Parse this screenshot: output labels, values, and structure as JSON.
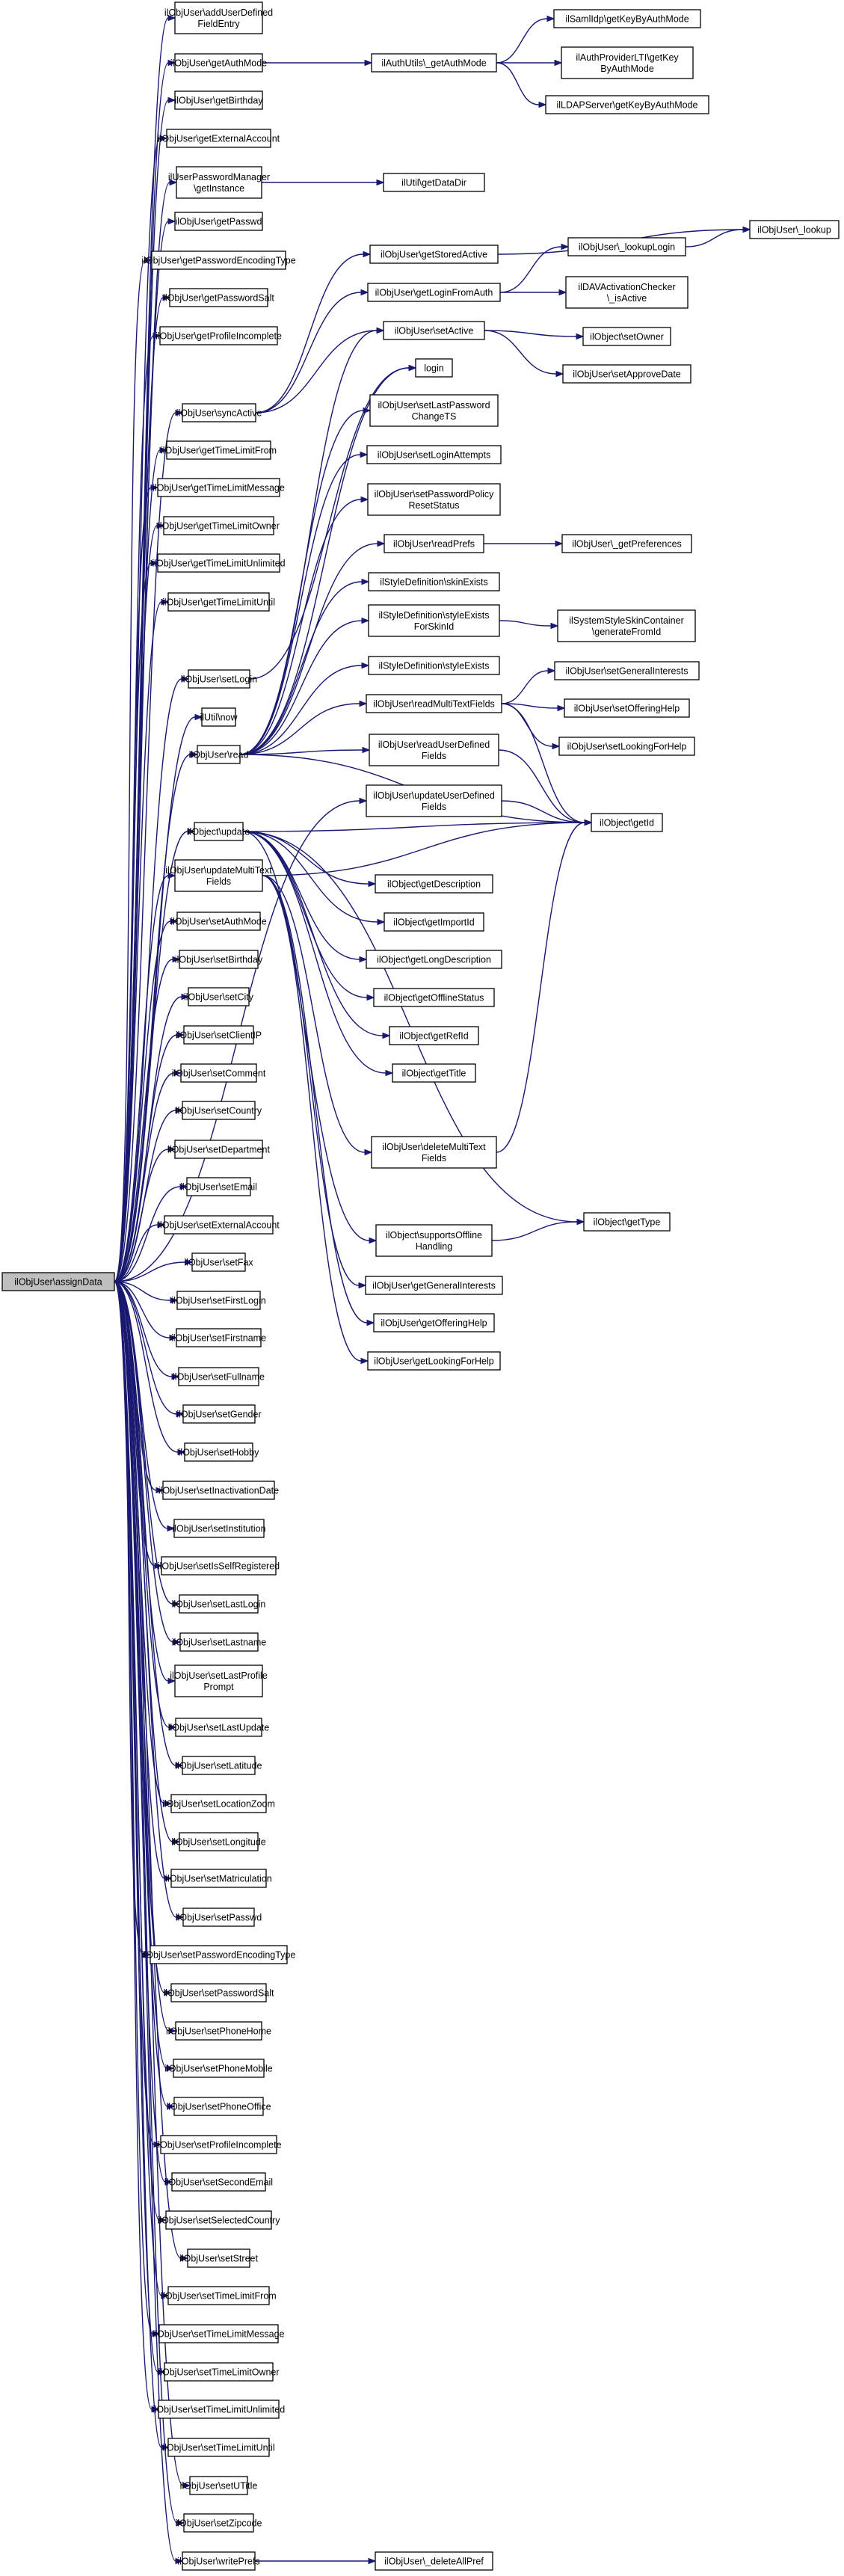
{
  "root": {
    "id": "assignData",
    "label": "ilObjUser\\assignData"
  },
  "nodes": [
    {
      "id": "addUserDefinedFieldEntry",
      "lines": [
        "ilObjUser\\addUserDefined",
        "FieldEntry"
      ]
    },
    {
      "id": "getAuthMode",
      "lines": [
        "ilObjUser\\getAuthMode"
      ]
    },
    {
      "id": "getBirthday",
      "lines": [
        "ilObjUser\\getBirthday"
      ]
    },
    {
      "id": "getExternalAccount",
      "lines": [
        "ilObjUser\\getExternalAccount"
      ]
    },
    {
      "id": "pwmgrGetInstance",
      "lines": [
        "ilUserPasswordManager",
        "\\getInstance"
      ]
    },
    {
      "id": "getPasswd",
      "lines": [
        "ilObjUser\\getPasswd"
      ]
    },
    {
      "id": "getPasswordEncodingType",
      "lines": [
        "ilObjUser\\getPasswordEncodingType"
      ]
    },
    {
      "id": "getPasswordSalt",
      "lines": [
        "ilObjUser\\getPasswordSalt"
      ]
    },
    {
      "id": "getProfileIncomplete",
      "lines": [
        "ilObjUser\\getProfileIncomplete"
      ]
    },
    {
      "id": "syncActive",
      "lines": [
        "ilObjUser\\syncActive"
      ]
    },
    {
      "id": "getTimeLimitFrom",
      "lines": [
        "ilObjUser\\getTimeLimitFrom"
      ]
    },
    {
      "id": "getTimeLimitMessage",
      "lines": [
        "ilObjUser\\getTimeLimitMessage"
      ]
    },
    {
      "id": "getTimeLimitOwner",
      "lines": [
        "ilObjUser\\getTimeLimitOwner"
      ]
    },
    {
      "id": "getTimeLimitUnlimited",
      "lines": [
        "ilObjUser\\getTimeLimitUnlimited"
      ]
    },
    {
      "id": "getTimeLimitUntil",
      "lines": [
        "ilObjUser\\getTimeLimitUntil"
      ]
    },
    {
      "id": "setLogin",
      "lines": [
        "ilObjUser\\setLogin"
      ]
    },
    {
      "id": "utilNow",
      "lines": [
        "ilUtil\\now"
      ]
    },
    {
      "id": "read",
      "lines": [
        "ilObjUser\\read"
      ]
    },
    {
      "id": "objUpdate",
      "lines": [
        "ilObject\\update"
      ]
    },
    {
      "id": "updateMultiTextFields",
      "lines": [
        "ilObjUser\\updateMultiText",
        "Fields"
      ]
    },
    {
      "id": "setAuthMode",
      "lines": [
        "ilObjUser\\setAuthMode"
      ]
    },
    {
      "id": "setBirthday",
      "lines": [
        "ilObjUser\\setBirthday"
      ]
    },
    {
      "id": "setCity",
      "lines": [
        "ilObjUser\\setCity"
      ]
    },
    {
      "id": "setClientIP",
      "lines": [
        "ilObjUser\\setClientIP"
      ]
    },
    {
      "id": "setComment",
      "lines": [
        "ilObjUser\\setComment"
      ]
    },
    {
      "id": "setCountry",
      "lines": [
        "ilObjUser\\setCountry"
      ]
    },
    {
      "id": "setDepartment",
      "lines": [
        "ilObjUser\\setDepartment"
      ]
    },
    {
      "id": "setEmail",
      "lines": [
        "ilObjUser\\setEmail"
      ]
    },
    {
      "id": "setExternalAccount",
      "lines": [
        "ilObjUser\\setExternalAccount"
      ]
    },
    {
      "id": "setFax",
      "lines": [
        "ilObjUser\\setFax"
      ]
    },
    {
      "id": "setFirstLogin",
      "lines": [
        "ilObjUser\\setFirstLogin"
      ]
    },
    {
      "id": "setFirstname",
      "lines": [
        "ilObjUser\\setFirstname"
      ]
    },
    {
      "id": "setFullname",
      "lines": [
        "ilObjUser\\setFullname"
      ]
    },
    {
      "id": "setGender",
      "lines": [
        "ilObjUser\\setGender"
      ]
    },
    {
      "id": "setHobby",
      "lines": [
        "ilObjUser\\setHobby"
      ]
    },
    {
      "id": "setInactivationDate",
      "lines": [
        "ilObjUser\\setInactivationDate"
      ]
    },
    {
      "id": "setInstitution",
      "lines": [
        "ilObjUser\\setInstitution"
      ]
    },
    {
      "id": "setIsSelfRegistered",
      "lines": [
        "ilObjUser\\setIsSelfRegistered"
      ]
    },
    {
      "id": "setLastLogin",
      "lines": [
        "ilObjUser\\setLastLogin"
      ]
    },
    {
      "id": "setLastname",
      "lines": [
        "ilObjUser\\setLastname"
      ]
    },
    {
      "id": "setLastProfilePrompt",
      "lines": [
        "ilObjUser\\setLastProfile",
        "Prompt"
      ]
    },
    {
      "id": "setLastUpdate",
      "lines": [
        "ilObjUser\\setLastUpdate"
      ]
    },
    {
      "id": "setLatitude",
      "lines": [
        "ilObjUser\\setLatitude"
      ]
    },
    {
      "id": "setLocationZoom",
      "lines": [
        "ilObjUser\\setLocationZoom"
      ]
    },
    {
      "id": "setLongitude",
      "lines": [
        "ilObjUser\\setLongitude"
      ]
    },
    {
      "id": "setMatriculation",
      "lines": [
        "ilObjUser\\setMatriculation"
      ]
    },
    {
      "id": "setPasswd",
      "lines": [
        "ilObjUser\\setPasswd"
      ]
    },
    {
      "id": "setPasswordEncodingType",
      "lines": [
        "ilObjUser\\setPasswordEncodingType"
      ]
    },
    {
      "id": "setPasswordSalt",
      "lines": [
        "ilObjUser\\setPasswordSalt"
      ]
    },
    {
      "id": "setPhoneHome",
      "lines": [
        "ilObjUser\\setPhoneHome"
      ]
    },
    {
      "id": "setPhoneMobile",
      "lines": [
        "ilObjUser\\setPhoneMobile"
      ]
    },
    {
      "id": "setPhoneOffice",
      "lines": [
        "ilObjUser\\setPhoneOffice"
      ]
    },
    {
      "id": "setProfileIncomplete",
      "lines": [
        "ilObjUser\\setProfileIncomplete"
      ]
    },
    {
      "id": "setSecondEmail",
      "lines": [
        "ilObjUser\\setSecondEmail"
      ]
    },
    {
      "id": "setSelectedCountry",
      "lines": [
        "ilObjUser\\setSelectedCountry"
      ]
    },
    {
      "id": "setStreet",
      "lines": [
        "ilObjUser\\setStreet"
      ]
    },
    {
      "id": "setTimeLimitFrom",
      "lines": [
        "ilObjUser\\setTimeLimitFrom"
      ]
    },
    {
      "id": "setTimeLimitMessage",
      "lines": [
        "ilObjUser\\setTimeLimitMessage"
      ]
    },
    {
      "id": "setTimeLimitOwner",
      "lines": [
        "ilObjUser\\setTimeLimitOwner"
      ]
    },
    {
      "id": "setTimeLimitUnlimited",
      "lines": [
        "ilObjUser\\setTimeLimitUnlimited"
      ]
    },
    {
      "id": "setTimeLimitUntil",
      "lines": [
        "ilObjUser\\setTimeLimitUntil"
      ]
    },
    {
      "id": "setUTitle",
      "lines": [
        "ilObjUser\\setUTitle"
      ]
    },
    {
      "id": "setZipcode",
      "lines": [
        "ilObjUser\\setZipcode"
      ]
    },
    {
      "id": "writePrefs",
      "lines": [
        "ilObjUser\\writePrefs"
      ]
    },
    {
      "id": "authGetAuthMode",
      "lines": [
        "ilAuthUtils\\_getAuthMode"
      ]
    },
    {
      "id": "samlGetKey",
      "lines": [
        "ilSamlIdp\\getKeyByAuthMode"
      ]
    },
    {
      "id": "ltiGetKey",
      "lines": [
        "ilAuthProviderLTI\\getKey",
        "ByAuthMode"
      ]
    },
    {
      "id": "ldapGetKey",
      "lines": [
        "ilLDAPServer\\getKeyByAuthMode"
      ]
    },
    {
      "id": "getDataDir",
      "lines": [
        "ilUtil\\getDataDir"
      ]
    },
    {
      "id": "getStoredActive",
      "lines": [
        "ilObjUser\\getStoredActive"
      ]
    },
    {
      "id": "getLoginFromAuth",
      "lines": [
        "ilObjUser\\getLoginFromAuth"
      ]
    },
    {
      "id": "setActive",
      "lines": [
        "ilObjUser\\setActive"
      ]
    },
    {
      "id": "login",
      "lines": [
        "login"
      ]
    },
    {
      "id": "setLastPasswordChangeTS",
      "lines": [
        "ilObjUser\\setLastPassword",
        "ChangeTS"
      ]
    },
    {
      "id": "setLoginAttempts",
      "lines": [
        "ilObjUser\\setLoginAttempts"
      ]
    },
    {
      "id": "setPasswordPolicyResetStatus",
      "lines": [
        "ilObjUser\\setPasswordPolicy",
        "ResetStatus"
      ]
    },
    {
      "id": "readPrefs",
      "lines": [
        "ilObjUser\\readPrefs"
      ]
    },
    {
      "id": "skinExists",
      "lines": [
        "ilStyleDefinition\\skinExists"
      ]
    },
    {
      "id": "styleExistsForSkinId",
      "lines": [
        "ilStyleDefinition\\styleExists",
        "ForSkinId"
      ]
    },
    {
      "id": "styleExists",
      "lines": [
        "ilStyleDefinition\\styleExists"
      ]
    },
    {
      "id": "readMultiTextFields",
      "lines": [
        "ilObjUser\\readMultiTextFields"
      ]
    },
    {
      "id": "readUserDefinedFields",
      "lines": [
        "ilObjUser\\readUserDefined",
        "Fields"
      ]
    },
    {
      "id": "updateUserDefinedFields",
      "lines": [
        "ilObjUser\\updateUserDefined",
        "Fields"
      ]
    },
    {
      "id": "getDescription",
      "lines": [
        "ilObject\\getDescription"
      ]
    },
    {
      "id": "getImportId",
      "lines": [
        "ilObject\\getImportId"
      ]
    },
    {
      "id": "getLongDescription",
      "lines": [
        "ilObject\\getLongDescription"
      ]
    },
    {
      "id": "getOfflineStatus",
      "lines": [
        "ilObject\\getOfflineStatus"
      ]
    },
    {
      "id": "getRefId",
      "lines": [
        "ilObject\\getRefId"
      ]
    },
    {
      "id": "getTitle",
      "lines": [
        "ilObject\\getTitle"
      ]
    },
    {
      "id": "deleteMultiTextFields",
      "lines": [
        "ilObjUser\\deleteMultiText",
        "Fields"
      ]
    },
    {
      "id": "supportsOfflineHandling",
      "lines": [
        "ilObject\\supportsOffline",
        "Handling"
      ]
    },
    {
      "id": "getGeneralInterests",
      "lines": [
        "ilObjUser\\getGeneralInterests"
      ]
    },
    {
      "id": "getOfferingHelp",
      "lines": [
        "ilObjUser\\getOfferingHelp"
      ]
    },
    {
      "id": "getLookingForHelp",
      "lines": [
        "ilObjUser\\getLookingForHelp"
      ]
    },
    {
      "id": "deleteAllPref",
      "lines": [
        "ilObjUser\\_deleteAllPref"
      ]
    },
    {
      "id": "lookup",
      "lines": [
        "ilObjUser\\_lookup"
      ]
    },
    {
      "id": "lookupLogin",
      "lines": [
        "ilObjUser\\_lookupLogin"
      ]
    },
    {
      "id": "davIsActive",
      "lines": [
        "ilDAVActivationChecker",
        "\\_isActive"
      ]
    },
    {
      "id": "setOwner",
      "lines": [
        "ilObject\\setOwner"
      ]
    },
    {
      "id": "setApproveDate",
      "lines": [
        "ilObjUser\\setApproveDate"
      ]
    },
    {
      "id": "getPreferences",
      "lines": [
        "ilObjUser\\_getPreferences"
      ]
    },
    {
      "id": "generateFromId",
      "lines": [
        "ilSystemStyleSkinContainer",
        "\\generateFromId"
      ]
    },
    {
      "id": "setGeneralInterests",
      "lines": [
        "ilObjUser\\setGeneralInterests"
      ]
    },
    {
      "id": "setOfferingHelp",
      "lines": [
        "ilObjUser\\setOfferingHelp"
      ]
    },
    {
      "id": "setLookingForHelp",
      "lines": [
        "ilObjUser\\setLookingForHelp"
      ]
    },
    {
      "id": "getId",
      "lines": [
        "ilObject\\getId"
      ]
    },
    {
      "id": "getType",
      "lines": [
        "ilObject\\getType"
      ]
    }
  ],
  "edges": [
    [
      "assignData",
      "addUserDefinedFieldEntry"
    ],
    [
      "assignData",
      "getAuthMode"
    ],
    [
      "assignData",
      "getBirthday"
    ],
    [
      "assignData",
      "getExternalAccount"
    ],
    [
      "assignData",
      "pwmgrGetInstance"
    ],
    [
      "assignData",
      "getPasswd"
    ],
    [
      "assignData",
      "getPasswordEncodingType"
    ],
    [
      "assignData",
      "getPasswordSalt"
    ],
    [
      "assignData",
      "getProfileIncomplete"
    ],
    [
      "assignData",
      "syncActive"
    ],
    [
      "assignData",
      "getTimeLimitFrom"
    ],
    [
      "assignData",
      "getTimeLimitMessage"
    ],
    [
      "assignData",
      "getTimeLimitOwner"
    ],
    [
      "assignData",
      "getTimeLimitUnlimited"
    ],
    [
      "assignData",
      "getTimeLimitUntil"
    ],
    [
      "assignData",
      "setLogin"
    ],
    [
      "assignData",
      "utilNow"
    ],
    [
      "assignData",
      "read"
    ],
    [
      "assignData",
      "objUpdate"
    ],
    [
      "assignData",
      "updateMultiTextFields"
    ],
    [
      "assignData",
      "setAuthMode"
    ],
    [
      "assignData",
      "setBirthday"
    ],
    [
      "assignData",
      "setCity"
    ],
    [
      "assignData",
      "setClientIP"
    ],
    [
      "assignData",
      "setComment"
    ],
    [
      "assignData",
      "setCountry"
    ],
    [
      "assignData",
      "setDepartment"
    ],
    [
      "assignData",
      "setEmail"
    ],
    [
      "assignData",
      "setExternalAccount"
    ],
    [
      "assignData",
      "setFax"
    ],
    [
      "assignData",
      "setFirstLogin"
    ],
    [
      "assignData",
      "setFirstname"
    ],
    [
      "assignData",
      "setFullname"
    ],
    [
      "assignData",
      "setGender"
    ],
    [
      "assignData",
      "setHobby"
    ],
    [
      "assignData",
      "setInactivationDate"
    ],
    [
      "assignData",
      "setInstitution"
    ],
    [
      "assignData",
      "setIsSelfRegistered"
    ],
    [
      "assignData",
      "setLastLogin"
    ],
    [
      "assignData",
      "setLastname"
    ],
    [
      "assignData",
      "setLastProfilePrompt"
    ],
    [
      "assignData",
      "setLastUpdate"
    ],
    [
      "assignData",
      "setLatitude"
    ],
    [
      "assignData",
      "setLocationZoom"
    ],
    [
      "assignData",
      "setLongitude"
    ],
    [
      "assignData",
      "setMatriculation"
    ],
    [
      "assignData",
      "setPasswd"
    ],
    [
      "assignData",
      "setPasswordEncodingType"
    ],
    [
      "assignData",
      "setPasswordSalt"
    ],
    [
      "assignData",
      "setPhoneHome"
    ],
    [
      "assignData",
      "setPhoneMobile"
    ],
    [
      "assignData",
      "setPhoneOffice"
    ],
    [
      "assignData",
      "setProfileIncomplete"
    ],
    [
      "assignData",
      "setSecondEmail"
    ],
    [
      "assignData",
      "setSelectedCountry"
    ],
    [
      "assignData",
      "setStreet"
    ],
    [
      "assignData",
      "setTimeLimitFrom"
    ],
    [
      "assignData",
      "setTimeLimitMessage"
    ],
    [
      "assignData",
      "setTimeLimitOwner"
    ],
    [
      "assignData",
      "setTimeLimitUnlimited"
    ],
    [
      "assignData",
      "setTimeLimitUntil"
    ],
    [
      "assignData",
      "setUTitle"
    ],
    [
      "assignData",
      "setZipcode"
    ],
    [
      "assignData",
      "writePrefs"
    ],
    [
      "assignData",
      "updateUserDefinedFields"
    ],
    [
      "getAuthMode",
      "authGetAuthMode"
    ],
    [
      "authGetAuthMode",
      "samlGetKey"
    ],
    [
      "authGetAuthMode",
      "ltiGetKey"
    ],
    [
      "authGetAuthMode",
      "ldapGetKey"
    ],
    [
      "pwmgrGetInstance",
      "getDataDir"
    ],
    [
      "syncActive",
      "getStoredActive"
    ],
    [
      "syncActive",
      "getLoginFromAuth"
    ],
    [
      "syncActive",
      "setActive"
    ],
    [
      "getStoredActive",
      "lookup"
    ],
    [
      "getLoginFromAuth",
      "lookupLogin"
    ],
    [
      "getLoginFromAuth",
      "davIsActive"
    ],
    [
      "lookupLogin",
      "lookup"
    ],
    [
      "setActive",
      "setOwner"
    ],
    [
      "setActive",
      "setApproveDate"
    ],
    [
      "setLogin",
      "login"
    ],
    [
      "read",
      "login"
    ],
    [
      "read",
      "setActive"
    ],
    [
      "read",
      "setLastPasswordChangeTS"
    ],
    [
      "read",
      "setLoginAttempts"
    ],
    [
      "read",
      "setPasswordPolicyResetStatus"
    ],
    [
      "read",
      "readPrefs"
    ],
    [
      "read",
      "skinExists"
    ],
    [
      "read",
      "styleExistsForSkinId"
    ],
    [
      "read",
      "styleExists"
    ],
    [
      "read",
      "readMultiTextFields"
    ],
    [
      "read",
      "readUserDefinedFields"
    ],
    [
      "read",
      "getId"
    ],
    [
      "readPrefs",
      "getPreferences"
    ],
    [
      "styleExistsForSkinId",
      "generateFromId"
    ],
    [
      "readMultiTextFields",
      "setGeneralInterests"
    ],
    [
      "readMultiTextFields",
      "setOfferingHelp"
    ],
    [
      "readMultiTextFields",
      "setLookingForHelp"
    ],
    [
      "readMultiTextFields",
      "getId"
    ],
    [
      "readUserDefinedFields",
      "getId"
    ],
    [
      "updateUserDefinedFields",
      "getId"
    ],
    [
      "objUpdate",
      "getId"
    ],
    [
      "objUpdate",
      "getDescription"
    ],
    [
      "objUpdate",
      "getImportId"
    ],
    [
      "objUpdate",
      "getLongDescription"
    ],
    [
      "objUpdate",
      "getOfflineStatus"
    ],
    [
      "objUpdate",
      "getRefId"
    ],
    [
      "objUpdate",
      "getTitle"
    ],
    [
      "objUpdate",
      "getType"
    ],
    [
      "objUpdate",
      "supportsOfflineHandling"
    ],
    [
      "supportsOfflineHandling",
      "getType"
    ],
    [
      "updateMultiTextFields",
      "getId"
    ],
    [
      "updateMultiTextFields",
      "deleteMultiTextFields"
    ],
    [
      "updateMultiTextFields",
      "getGeneralInterests"
    ],
    [
      "updateMultiTextFields",
      "getOfferingHelp"
    ],
    [
      "updateMultiTextFields",
      "getLookingForHelp"
    ],
    [
      "deleteMultiTextFields",
      "getId"
    ],
    [
      "writePrefs",
      "deleteAllPref"
    ]
  ]
}
